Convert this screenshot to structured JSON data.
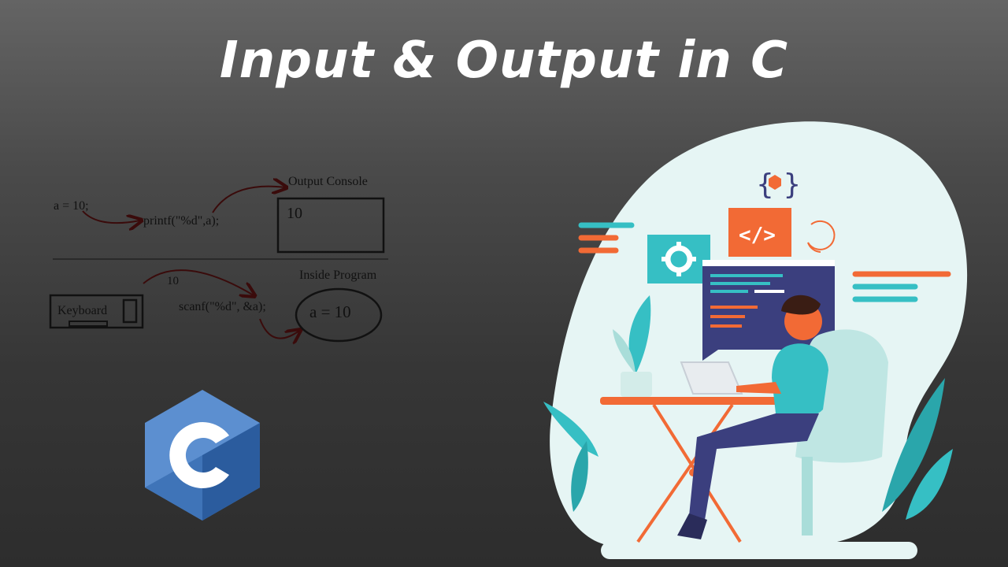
{
  "title": "Input & Output in C",
  "diagram": {
    "top": {
      "assignment": "a = 10;",
      "printf": "printf(\"%d\",a);",
      "console_label": "Output Console",
      "console_value": "10"
    },
    "bottom": {
      "keyboard_label": "Keyboard",
      "input_value": "10",
      "scanf": "scanf(\"%d\", &a);",
      "program_label": "Inside Program",
      "program_value": "a = 10"
    }
  },
  "colors": {
    "accent_orange": "#f26a35",
    "accent_teal": "#36bfc4",
    "navy": "#3b3f7e",
    "c_logo_light": "#5c8fd0",
    "c_logo_dark": "#2b5c9e"
  },
  "icons": [
    "c-language-logo",
    "gear-icon",
    "code-icon",
    "braces-icon",
    "refresh-icon"
  ]
}
